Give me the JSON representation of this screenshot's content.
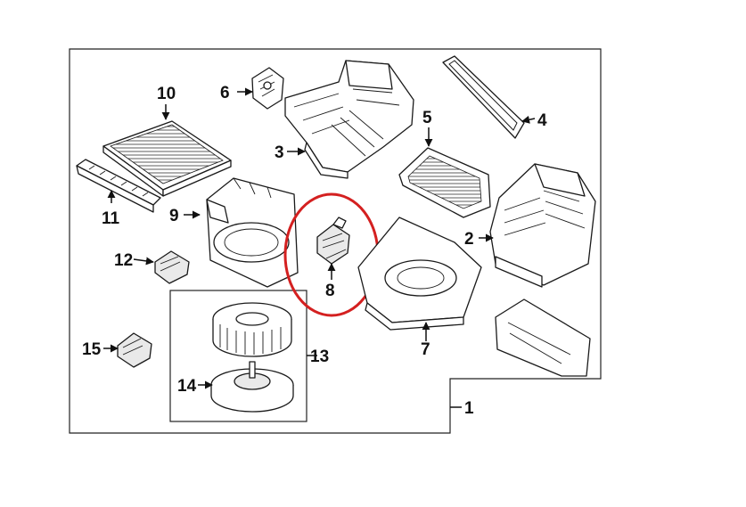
{
  "diagram": {
    "callouts": [
      {
        "id": "1",
        "label": "1"
      },
      {
        "id": "2",
        "label": "2"
      },
      {
        "id": "3",
        "label": "3"
      },
      {
        "id": "4",
        "label": "4"
      },
      {
        "id": "5",
        "label": "5"
      },
      {
        "id": "6",
        "label": "6"
      },
      {
        "id": "7",
        "label": "7"
      },
      {
        "id": "8",
        "label": "8"
      },
      {
        "id": "9",
        "label": "9"
      },
      {
        "id": "10",
        "label": "10"
      },
      {
        "id": "11",
        "label": "11"
      },
      {
        "id": "12",
        "label": "12"
      },
      {
        "id": "13",
        "label": "13"
      },
      {
        "id": "14",
        "label": "14"
      },
      {
        "id": "15",
        "label": "15"
      }
    ],
    "highlight": {
      "target": "8",
      "color": "#d42020"
    },
    "colors": {
      "line": "#1a1a1a",
      "paper": "#ffffff",
      "shade": "#e9e9e9"
    }
  }
}
